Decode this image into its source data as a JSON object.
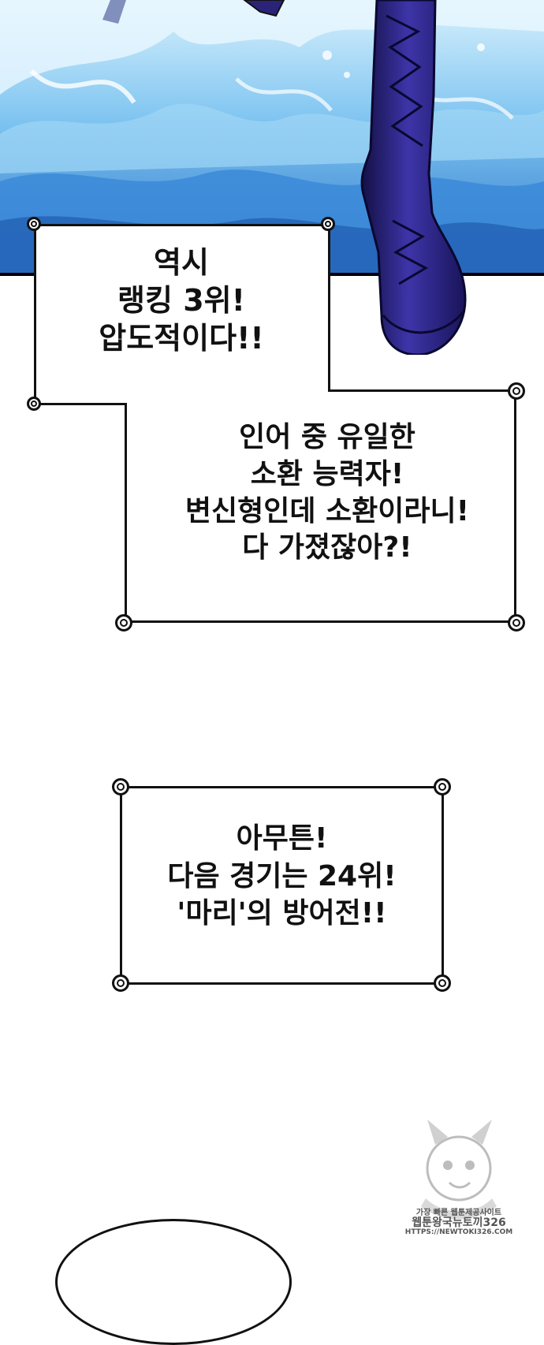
{
  "caption_1": [
    "역시",
    "랭킹 3위!",
    "압도적이다!!"
  ],
  "caption_2": [
    "인어 중 유일한",
    "소환 능력자!",
    "변신형인데 소환이라니!",
    "다 가졌잖아?!"
  ],
  "caption_3": [
    "아무튼!",
    "다음 경기는 24위!",
    "'마리'의 방어전!!"
  ],
  "watermark": [
    "가장 빠른 웹툰제공사이트",
    "웹툰왕국뉴토끼326",
    "HTTPS://NEWTOKI326.COM"
  ],
  "colors": {
    "water_light": "#bfe6fb",
    "water_mid": "#4aa6e6",
    "water_dark": "#1f5fb8",
    "boot": "#2a2378",
    "boot_shade": "#141046",
    "outline": "#111111"
  }
}
